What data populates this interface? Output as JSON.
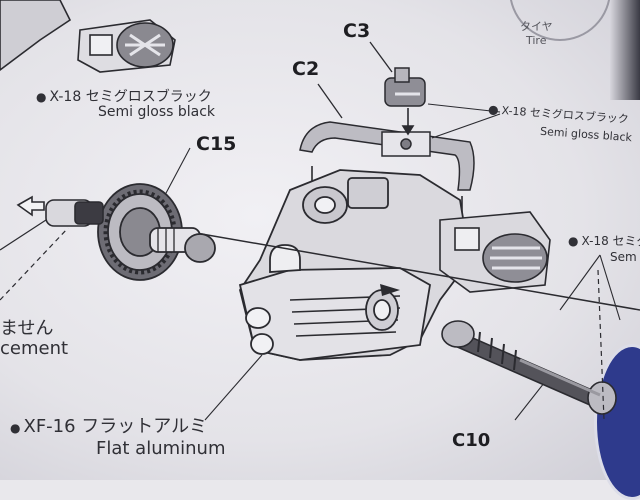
{
  "parts": {
    "c2": "C2",
    "c3": "C3",
    "c15": "C15",
    "c10": "C10"
  },
  "paint_top_left": {
    "bullet": "●",
    "code_jp": "X-18 セミグロスブラック",
    "en": "Semi gloss black"
  },
  "paint_top_right": {
    "bullet": "●",
    "code_jp": "X-18 セミグロスブラック",
    "en": "Semi gloss black"
  },
  "paint_right": {
    "bullet": "●",
    "code_jp": "X-18 セミグ",
    "en": "Sem"
  },
  "paint_bottom": {
    "bullet": "●",
    "code_jp": "XF-16 フラットアルミ",
    "en": "Flat aluminum"
  },
  "tire": {
    "jp": "タイヤ",
    "en": "Tire"
  },
  "left_note": {
    "jp": "ません",
    "en": "cement"
  }
}
